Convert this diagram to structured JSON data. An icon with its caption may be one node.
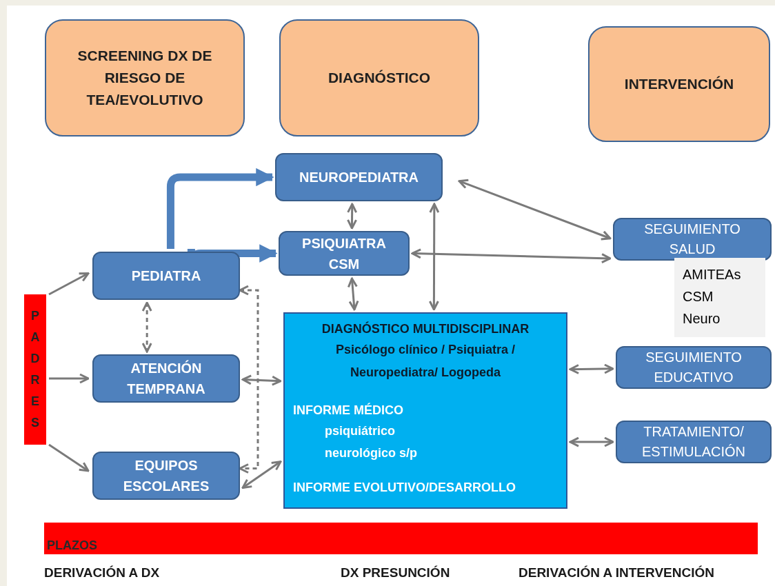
{
  "diagram": {
    "nodes": [
      {
        "text": [
          "SCREENING DX DE RIESGO DE TEA/EVOLUTIVO"
        ]
      },
      {
        "text": [
          "DIAGNÓSTICO"
        ]
      },
      {
        "text": [
          "INTERVENCIÓN"
        ]
      },
      {
        "text": [
          "NEUROPEDIATRA"
        ]
      },
      {
        "text": [
          "PSIQUIATRA CSM"
        ]
      },
      {
        "text": [
          "PEDIATRA"
        ]
      },
      {
        "text": [
          "PADRES"
        ]
      },
      {
        "text": [
          "ATENCIÓN TEMPRANA"
        ]
      },
      {
        "text": [
          "EQUIPOS ESCOLARES"
        ]
      },
      {
        "text": [
          "DIAGNÓSTICO MULTIDISCIPLINAR",
          "Psicólogo clínico / Psiquiatra / Neuropediatra/ Logopeda",
          "INFORME MÉDICO",
          "psiquiátrico",
          "neurológico s/p",
          "INFORME EVOLUTIVO/DESARROLLO"
        ]
      },
      {
        "text": [
          "SEGUIMIENTO SALUD"
        ]
      },
      {
        "text": [
          "AMITEAs CSM Neuro"
        ]
      },
      {
        "text": [
          "SEGUIMIENTO EDUCATIVO"
        ]
      },
      {
        "text": [
          "TRATAMIENTO/ ESTIMULACIÓN"
        ]
      },
      {
        "text": [
          "PLAZOS"
        ],
        "beside": [
          "DERIVACIÓN A DX",
          "DX PRESUNCIÓN",
          "DERIVACIÓN A INTERVENCIÓN"
        ]
      }
    ],
    "edges": [
      {
        "from": 5,
        "to": 3,
        "arrow": "to",
        "style": "thick",
        "color": "#4f81bd"
      },
      {
        "from": 5,
        "to": 4,
        "arrow": "to",
        "style": "thick",
        "color": "#4f81bd"
      },
      {
        "from": 3,
        "to": 4,
        "arrow": "both"
      },
      {
        "from": 3,
        "to": 10,
        "arrow": "both"
      },
      {
        "from": 4,
        "to": 10,
        "arrow": "both"
      },
      {
        "from": 4,
        "to": 9,
        "arrow": "both"
      },
      {
        "from": 9,
        "to": 3,
        "arrow": "both"
      },
      {
        "from": 6,
        "to": 5,
        "arrow": "to"
      },
      {
        "from": 6,
        "to": 7,
        "arrow": "to"
      },
      {
        "from": 6,
        "to": 8,
        "arrow": "to"
      },
      {
        "from": 5,
        "to": 7,
        "arrow": "both",
        "style": "dashed"
      },
      {
        "from": 5,
        "to": 8,
        "arrow": "both",
        "style": "dashed"
      },
      {
        "from": 7,
        "to": 9,
        "arrow": "both"
      },
      {
        "from": 8,
        "to": 9,
        "arrow": "both"
      },
      {
        "from": 9,
        "to": 12,
        "arrow": "both"
      },
      {
        "from": 9,
        "to": 13,
        "arrow": "both"
      }
    ]
  }
}
